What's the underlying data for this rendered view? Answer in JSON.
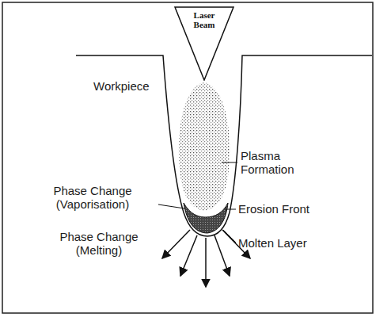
{
  "diagram": {
    "nodes": [
      {
        "text": [
          "Laser Beam"
        ]
      }
    ],
    "labels": [
      "Workpiece",
      "Plasma Formation",
      "Phase Change (Vaporisation)",
      "Erosion Front",
      "Phase Change (Melting)",
      "Molten Layer"
    ]
  }
}
